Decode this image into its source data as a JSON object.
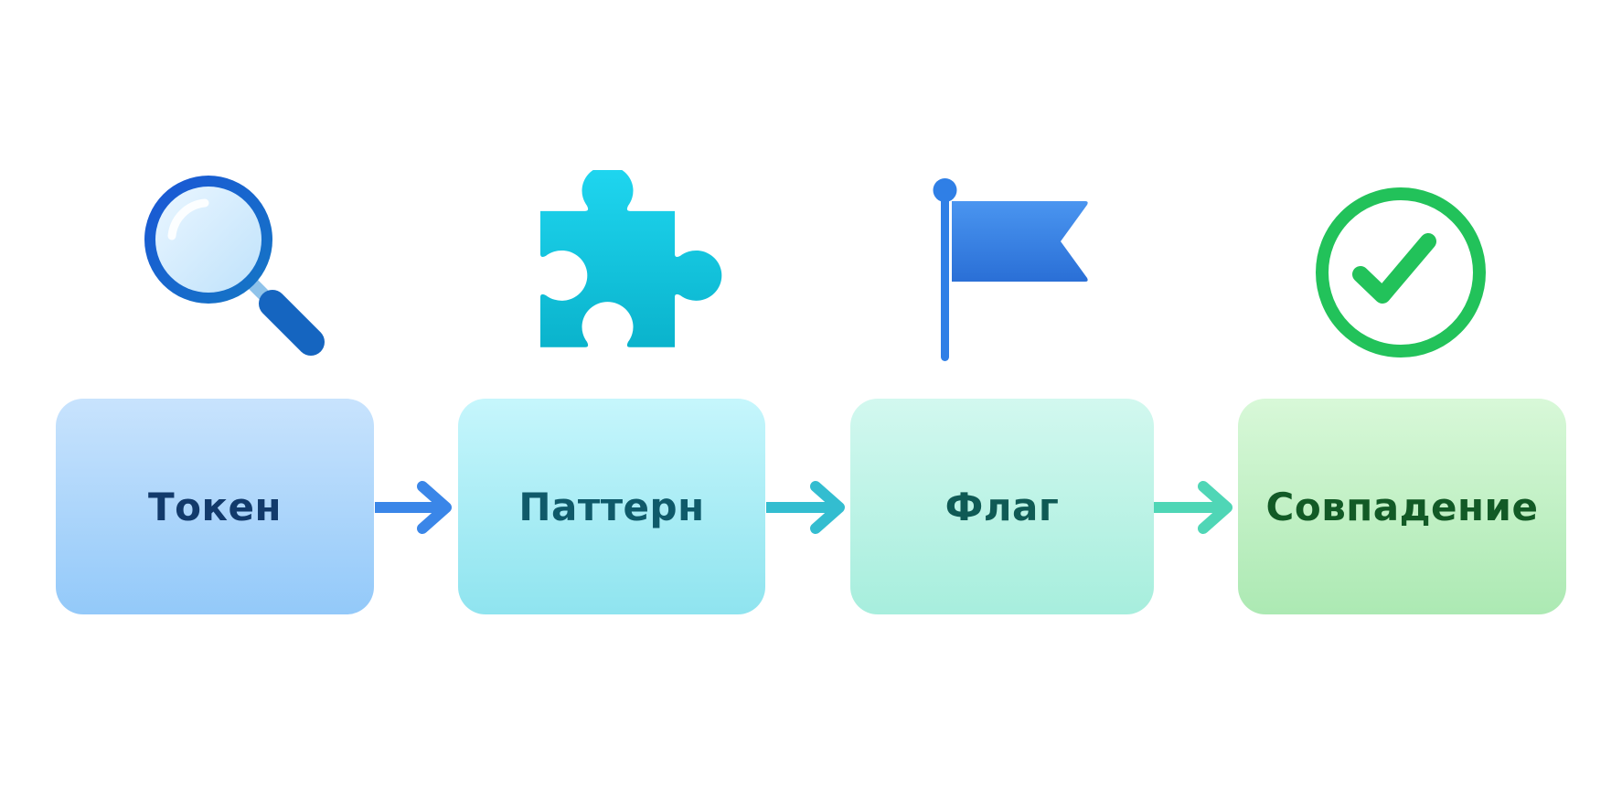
{
  "steps": [
    {
      "label": "Токен",
      "icon": "magnifying-glass-icon",
      "color": "#123a6b"
    },
    {
      "label": "Паттерн",
      "icon": "puzzle-piece-icon",
      "color": "#0f5a6a"
    },
    {
      "label": "Флаг",
      "icon": "flag-icon",
      "color": "#0f5a55"
    },
    {
      "label": "Совпадение",
      "icon": "check-circle-icon",
      "color": "#125a26"
    }
  ],
  "colors": {
    "magnifier": "#1565c0",
    "puzzle": "#12c0d8",
    "flag": "#2f7fe6",
    "check": "#22c25a",
    "arrow_1": "#3a86e8",
    "arrow_2": "#33bdd0",
    "arrow_3": "#4fd6b6"
  }
}
